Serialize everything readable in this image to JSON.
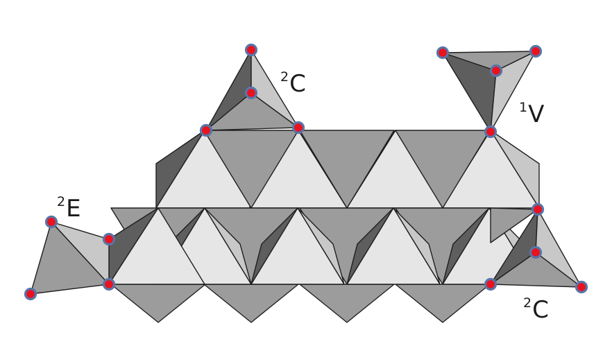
{
  "labels": {
    "corner_share_top": {
      "superscript": "2",
      "letter": "C"
    },
    "vertex_share": {
      "superscript": "1",
      "letter": "V"
    },
    "edge_share": {
      "superscript": "2",
      "letter": "E"
    },
    "corner_share_bottom": {
      "superscript": "2",
      "letter": "C"
    }
  },
  "colors": {
    "background": "#ffffff",
    "face_light": "#e6e6e6",
    "face_mid_light": "#c8c8c8",
    "face_mid": "#9c9c9c",
    "face_dark": "#5e5e5e",
    "edge": "#1e1e1e",
    "atom_fill": "#e8131f",
    "atom_ring": "#5875a8"
  }
}
